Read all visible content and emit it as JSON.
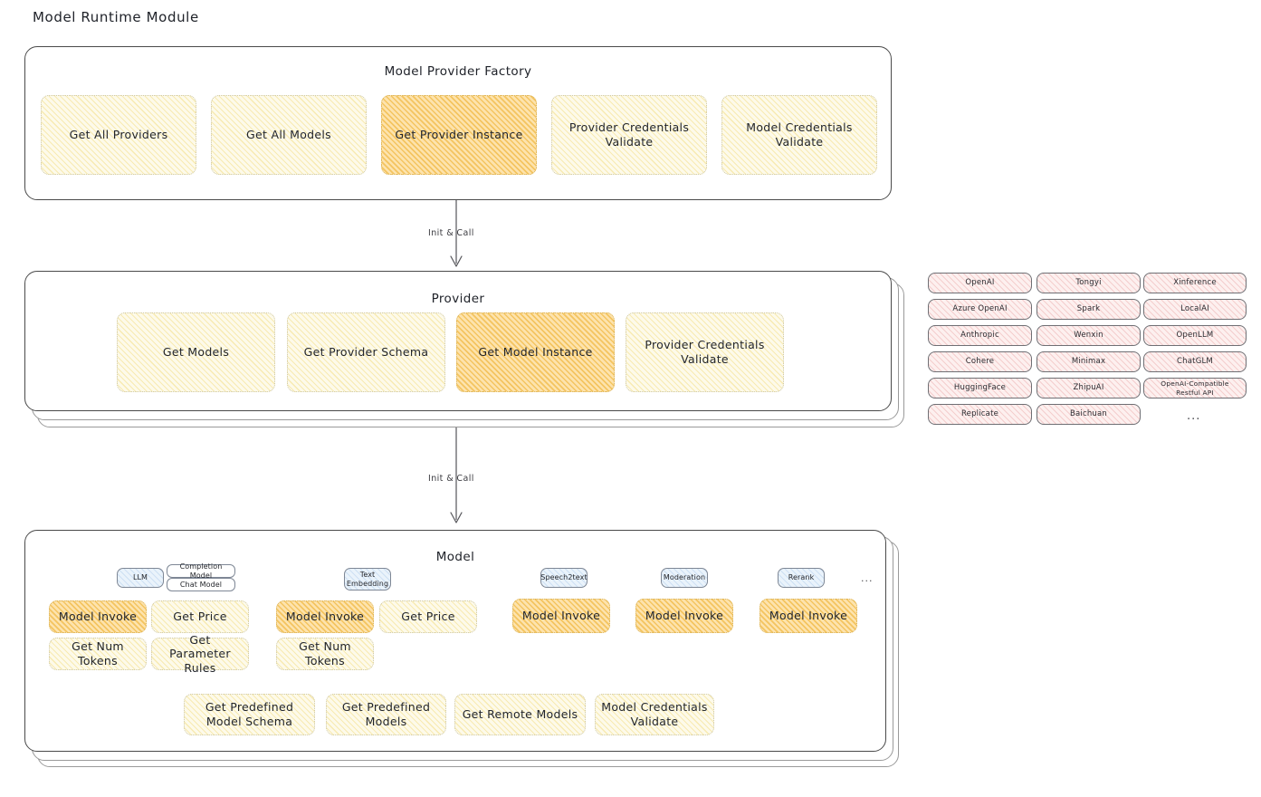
{
  "page": {
    "title": "Model Runtime Module"
  },
  "factory": {
    "title": "Model Provider Factory",
    "items": [
      {
        "label": "Get All Providers",
        "highlight": false
      },
      {
        "label": "Get All Models",
        "highlight": false
      },
      {
        "label": "Get Provider Instance",
        "highlight": true
      },
      {
        "label": "Provider Credentials Validate",
        "highlight": false
      },
      {
        "label": "Model Credentials Validate",
        "highlight": false
      }
    ]
  },
  "arrows": [
    {
      "label": "Init & Call"
    },
    {
      "label": "Init & Call"
    }
  ],
  "provider": {
    "title": "Provider",
    "items": [
      {
        "label": "Get Models",
        "highlight": false
      },
      {
        "label": "Get Provider Schema",
        "highlight": false
      },
      {
        "label": "Get Model Instance",
        "highlight": true
      },
      {
        "label": "Provider Credentials Validate",
        "highlight": false
      }
    ]
  },
  "provider_list": {
    "columns": [
      [
        "OpenAI",
        "Azure OpenAI",
        "Anthropic",
        "Cohere",
        "HuggingFace",
        "Replicate"
      ],
      [
        "Tongyi",
        "Spark",
        "Wenxin",
        "Minimax",
        "ZhipuAI",
        "Baichuan"
      ],
      [
        "Xinference",
        "LocalAI",
        "OpenLLM",
        "ChatGLM",
        "OpenAI-Compatible Restful API"
      ]
    ],
    "more": "..."
  },
  "model": {
    "title": "Model",
    "more": "...",
    "types": [
      {
        "badge": "LLM",
        "sub_badges": [
          "Completion Model",
          "Chat Model"
        ],
        "methods": [
          {
            "label": "Model Invoke",
            "highlight": true
          },
          {
            "label": "Get Price",
            "highlight": false
          },
          {
            "label": "Get Num Tokens",
            "highlight": false
          },
          {
            "label": "Get Parameter Rules",
            "highlight": false
          }
        ]
      },
      {
        "badge": "Text Embedding",
        "sub_badges": [],
        "methods": [
          {
            "label": "Model Invoke",
            "highlight": true
          },
          {
            "label": "Get Price",
            "highlight": false
          },
          {
            "label": "Get Num Tokens",
            "highlight": false
          }
        ]
      },
      {
        "badge": "Speech2text",
        "sub_badges": [],
        "methods": [
          {
            "label": "Model Invoke",
            "highlight": true
          }
        ]
      },
      {
        "badge": "Moderation",
        "sub_badges": [],
        "methods": [
          {
            "label": "Model Invoke",
            "highlight": true
          }
        ]
      },
      {
        "badge": "Rerank",
        "sub_badges": [],
        "methods": [
          {
            "label": "Model Invoke",
            "highlight": true
          }
        ]
      }
    ],
    "shared_methods": [
      {
        "label": "Get Predefined Model Schema"
      },
      {
        "label": "Get Predefined Models"
      },
      {
        "label": "Get Remote Models"
      },
      {
        "label": "Model Credentials Validate"
      }
    ]
  },
  "colors": {
    "pale_yellow": "#fdfaea",
    "amber_highlight": "#fde3ad",
    "pink_chip": "#fdf0ef",
    "blue_badge": "#eaf3fb",
    "stroke": "#4a4a4a"
  }
}
